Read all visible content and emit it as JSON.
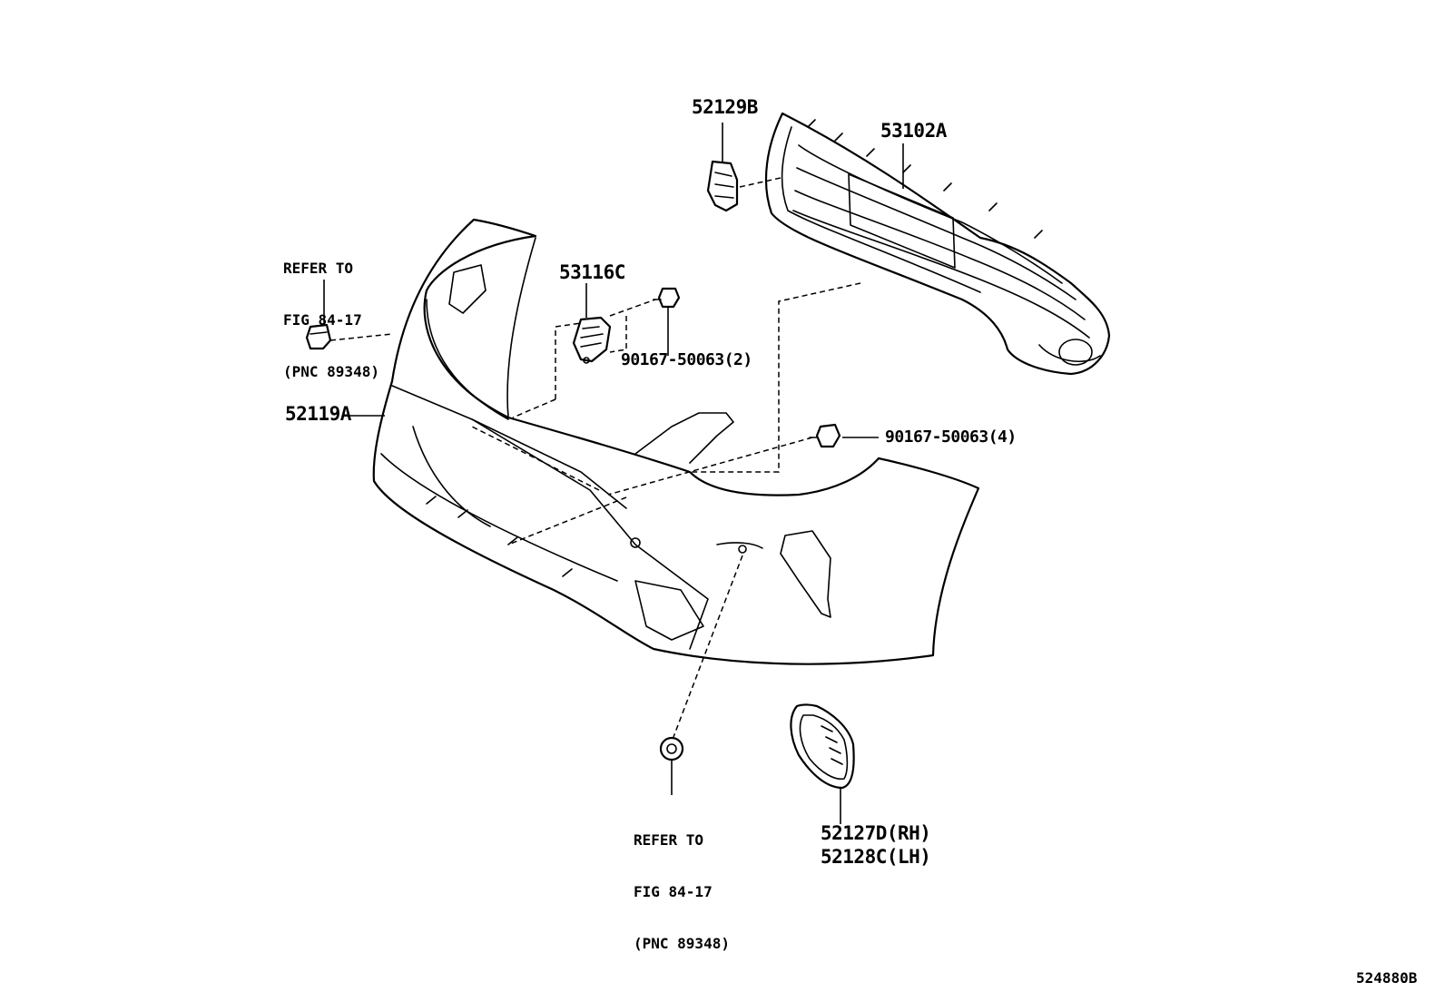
{
  "labels": {
    "grille": "53102A",
    "retainer_top": "52129B",
    "bracket": "53116C",
    "screw_small": "90167-50063(2)",
    "screw_right": "90167-50063(4)",
    "bumper_cover": "52119A",
    "cover_side_rh": "52127D(RH)",
    "cover_side_lh": "52128C(LH)"
  },
  "refs": {
    "left": [
      "REFER TO",
      "FIG 84-17",
      "(PNC 89348)"
    ],
    "bottom": [
      "REFER TO",
      "FIG 84-17",
      "(PNC 89348)"
    ]
  },
  "figure_id": "524880B"
}
